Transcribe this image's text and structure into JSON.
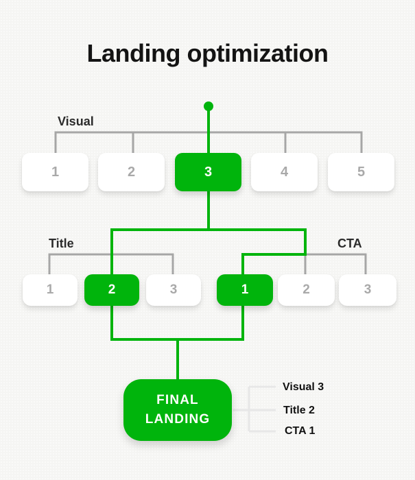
{
  "title": "Landing optimization",
  "colors": {
    "accent_green": "#00b40c",
    "connector_gray": "#a6a6a6",
    "legend_bracket_gray": "#e7e7e7",
    "option_number_gray": "#a9a9a9",
    "background": "#f5f5f3"
  },
  "groups": {
    "visual": {
      "label": "Visual",
      "options": [
        "1",
        "2",
        "3",
        "4",
        "5"
      ],
      "selected": "3"
    },
    "title_group": {
      "label": "Title",
      "options": [
        "1",
        "2",
        "3"
      ],
      "selected": "2"
    },
    "cta": {
      "label": "CTA",
      "options": [
        "1",
        "2",
        "3"
      ],
      "selected": "1"
    }
  },
  "final": {
    "line1": "FINAL",
    "line2": "LANDING"
  },
  "legend": {
    "items": [
      "Visual 3",
      "Title 2",
      "CTA 1"
    ]
  }
}
